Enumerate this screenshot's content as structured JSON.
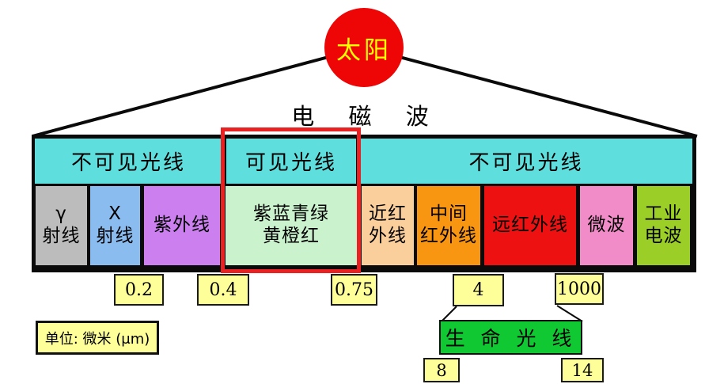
{
  "title": "电 磁 波",
  "sun": {
    "label": "太阳",
    "color": "#ee0505",
    "text_color": "#ffff00"
  },
  "header_sections": [
    {
      "label": "不可见光线",
      "color": "#5fdede"
    },
    {
      "label": "可见光线",
      "color": "#5fdede"
    },
    {
      "label": "不可见光线",
      "color": "#5fdede"
    }
  ],
  "blocks": [
    {
      "name": "gamma-ray",
      "label": "γ\n射线",
      "color": "#bcbcbc"
    },
    {
      "name": "x-ray",
      "label": "X\n射线",
      "color": "#8abcf0"
    },
    {
      "name": "ultraviolet",
      "label": "紫外线",
      "color": "#cc80f0"
    },
    {
      "name": "visible-light",
      "label": "紫蓝青绿\n黄橙红",
      "color": "#c9f2cd"
    },
    {
      "name": "near-infrared",
      "label": "近红\n外线",
      "color": "#fbcf9b"
    },
    {
      "name": "middle-infrared",
      "label": "中间\n红外线",
      "color": "#f89511"
    },
    {
      "name": "far-infrared",
      "label": "远红外线",
      "color": "#ee1111"
    },
    {
      "name": "microwave",
      "label": "微波",
      "color": "#f28cc8"
    },
    {
      "name": "industrial-wave",
      "label": "工业\n电波",
      "color": "#9bce27"
    }
  ],
  "scale_labels": [
    {
      "value": "0.2"
    },
    {
      "value": "0.4"
    },
    {
      "value": "0.75"
    },
    {
      "value": "4"
    },
    {
      "value": "1000"
    }
  ],
  "unit_label": "单位: 微米 (μm)",
  "life_rays": {
    "label": "生 命 光 线",
    "color": "#10c832",
    "range_low": "8",
    "range_high": "14"
  },
  "colors": {
    "label_bg": "#ffff99",
    "highlight_box": "#e82222"
  }
}
